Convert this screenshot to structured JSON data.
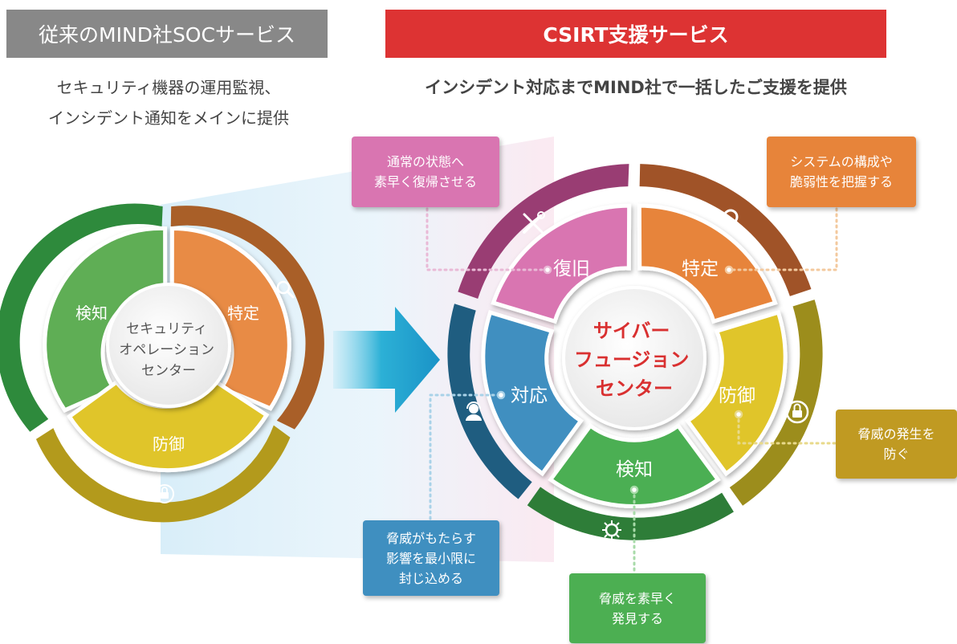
{
  "header_left": "従来のMIND社SOCサービス",
  "header_right": "CSIRT支援サービス",
  "subtitle_left": [
    "セキュリティ機器の運用監視、",
    "インシデント通知をメインに提供"
  ],
  "subtitle_right": "インシデント対応までMIND社で一括したご支援を提供",
  "left_wheel": {
    "center": [
      "セキュリティ",
      "オペレーション",
      "センター"
    ],
    "segments": {
      "detect": "検知",
      "identify": "特定",
      "protect": "防御"
    }
  },
  "right_wheel": {
    "center": [
      "サイバー",
      "フュージョン",
      "センター"
    ],
    "segments": {
      "recover": "復旧",
      "identify": "特定",
      "protect": "防御",
      "detect": "検知",
      "respond": "対応"
    }
  },
  "callouts": {
    "recover": [
      "通常の状態へ",
      "素早く復帰させる"
    ],
    "identify": [
      "システムの構成や",
      "脆弱性を把握する"
    ],
    "protect": [
      "脅威の発生を",
      "防ぐ"
    ],
    "respond": [
      "脅威がもたらす",
      "影響を最小限に",
      "封じ込める"
    ],
    "detect": [
      "脅威を素早く",
      "発見する"
    ]
  },
  "colors": {
    "header_left": "#888888",
    "header_right": "#dd3333",
    "recover": "#d975b1",
    "identify": "#e7843a",
    "protect": "#e0c52a",
    "detect": "#4caf52",
    "respond": "#3f8fc0",
    "center_text_right": "#d93030"
  },
  "icons": {
    "recover": "tools-icon",
    "identify": "magnifier-icon",
    "protect": "lock-icon",
    "detect": "virus-icon",
    "respond": "operator-icon",
    "transition": "right-arrow-icon"
  }
}
